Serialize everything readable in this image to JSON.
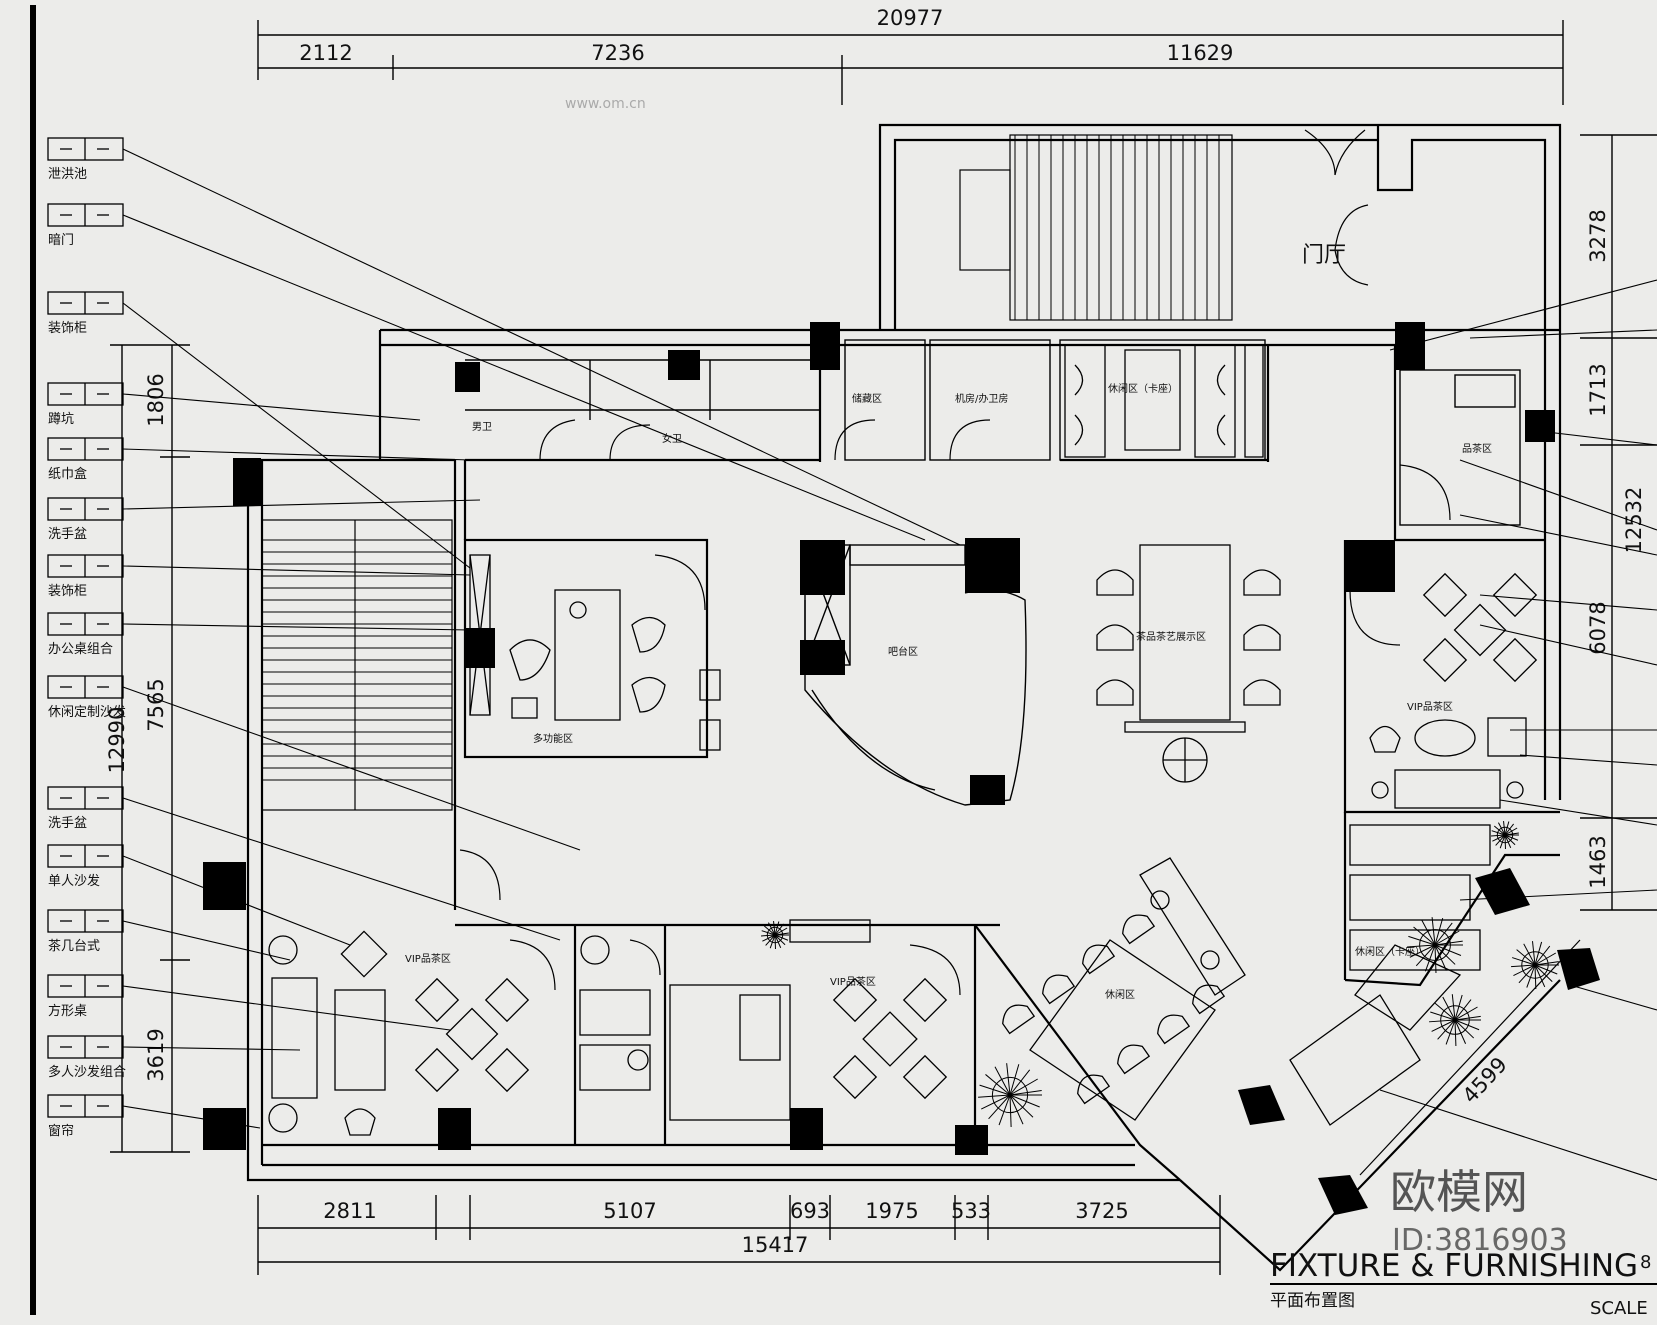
{
  "dimensions": {
    "top_overall": "20977",
    "top_segments": [
      "2112",
      "7236",
      "11629"
    ],
    "bottom_segments": [
      "2811",
      "5107",
      "693",
      "1975",
      "533",
      "3725"
    ],
    "bottom_overall": "15417",
    "left_outer": "12990",
    "left_segments": [
      "1806",
      "7565",
      "3619"
    ],
    "right_overall": "12532",
    "right_segments": [
      "3278",
      "1713",
      "6078",
      "1463"
    ],
    "diagonal": "4599"
  },
  "legend_items": [
    "泄洪池",
    "暗门",
    "装饰柜",
    "蹲坑",
    "纸巾盒",
    "洗手盆",
    "装饰柜",
    "办公桌组合",
    "休闲定制沙发",
    "洗手盆",
    "单人沙发",
    "茶几台式",
    "方形桌",
    "多人沙发组合",
    "窗帘"
  ],
  "rooms": {
    "lobby": "门厅",
    "male_wc": "男卫",
    "female_wc": "女卫",
    "storage": "储藏区",
    "office_wc": "机房/办卫房",
    "lounge_top": "休闲区（卡座）",
    "tea_room": "品茶区",
    "multi_function": "多功能区",
    "bar": "吧台区",
    "tea_table": "茶品茶艺展示区",
    "vip_right": "VIP品茶区",
    "vip_left": "VIP品茶区",
    "vip_middle": "VIP品茶区",
    "leisure": "休闲区",
    "lounge_right": "休闲区（卡座）"
  },
  "title": {
    "main": "FIXTURE & FURNISHING",
    "sub": "平面布置图",
    "scale": "SCALE",
    "page_digit": "8"
  },
  "watermark": {
    "brand": "欧模网",
    "id": "ID:3816903",
    "url": "www.om.cn"
  }
}
